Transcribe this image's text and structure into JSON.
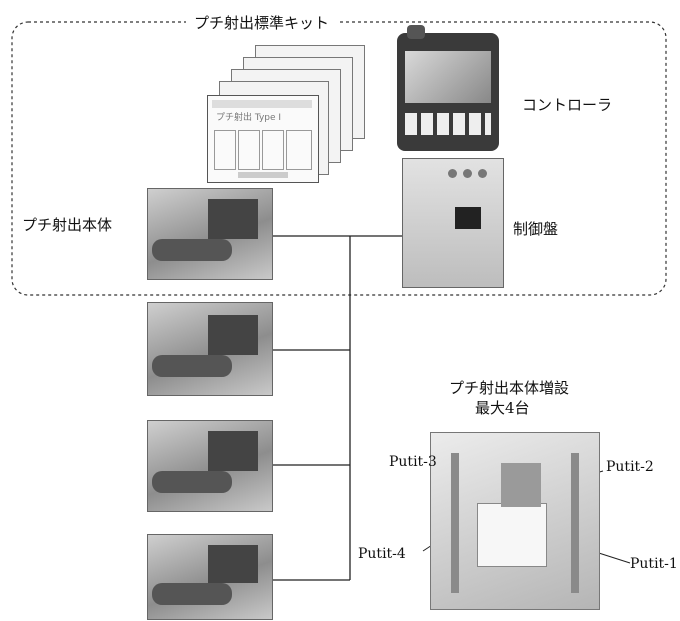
{
  "kit": {
    "title": "プチ射出標準キット"
  },
  "labels": {
    "controller": "コントローラ",
    "control_panel": "制御盤",
    "main_unit": "プチ射出本体"
  },
  "expansion": {
    "title_line1": "プチ射出本体増設",
    "title_line2": "最大4台",
    "units": [
      "Putit-1",
      "Putit-2",
      "Putit-3",
      "Putit-4"
    ]
  },
  "screen_mockup": {
    "title_text": "プチ射出 Type I"
  }
}
